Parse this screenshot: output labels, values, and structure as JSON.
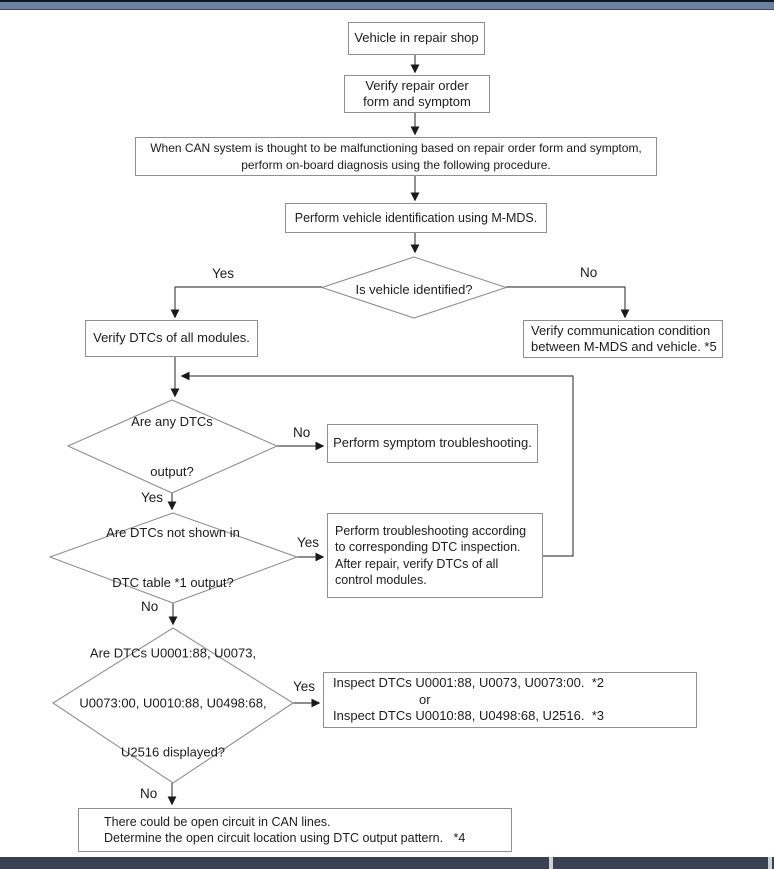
{
  "chrome": {
    "top_bar_color": "#6d81a1",
    "bottom_bar_color": "#3a4150"
  },
  "flow": {
    "box_vehicle": {
      "l1": "Vehicle in repair shop"
    },
    "box_order": {
      "l1": "Verify repair order",
      "l2": "form and symptom"
    },
    "box_can": {
      "l1": "When CAN system is thought to be malfunctioning based on repair order form and symptom,",
      "l2": "perform on-board diagnosis using the following procedure."
    },
    "box_vid": {
      "l1": "Perform vehicle identification using M-MDS."
    },
    "box_verify_dtcs": {
      "l1": "Verify DTCs of all modules."
    },
    "box_comm": {
      "l1": "Verify communication condition",
      "l2": "between M-MDS and vehicle. *5"
    },
    "box_symptom": {
      "l1": "Perform symptom troubleshooting."
    },
    "box_ts_according": {
      "l1": "Perform troubleshooting according",
      "l2": "to corresponding DTC inspection.",
      "l3": "After repair, verify DTCs of all",
      "l4": "control modules."
    },
    "box_inspect": {
      "l1": "Inspect DTCs U0001:88, U0073, U0073:00.  *2",
      "l2": "or",
      "l3": "Inspect DTCs U0010:88, U0498:68, U2516.  *3"
    },
    "box_open_circuit": {
      "l1": "There could be open circuit in CAN lines.",
      "l2": "Determine the open circuit location using DTC output pattern.   *4"
    },
    "d_identified": {
      "l1": "Is vehicle identified?"
    },
    "d_any_dtcs": {
      "l1": "Are any DTCs",
      "l2": "output?"
    },
    "d_not_in_table": {
      "l1": "Are DTCs not shown in",
      "l2": "DTC table *1 output?"
    },
    "d_dtc_list": {
      "l1": "Are DTCs U0001:88, U0073,",
      "l2": "U0073:00, U0010:88, U0498:68,",
      "l3": "U2516 displayed?"
    },
    "labels": {
      "yes1": "Yes",
      "no1": "No",
      "no2": "No",
      "yes2": "Yes",
      "yes3": "Yes",
      "no3": "No",
      "yes4": "Yes",
      "no4": "No"
    }
  }
}
